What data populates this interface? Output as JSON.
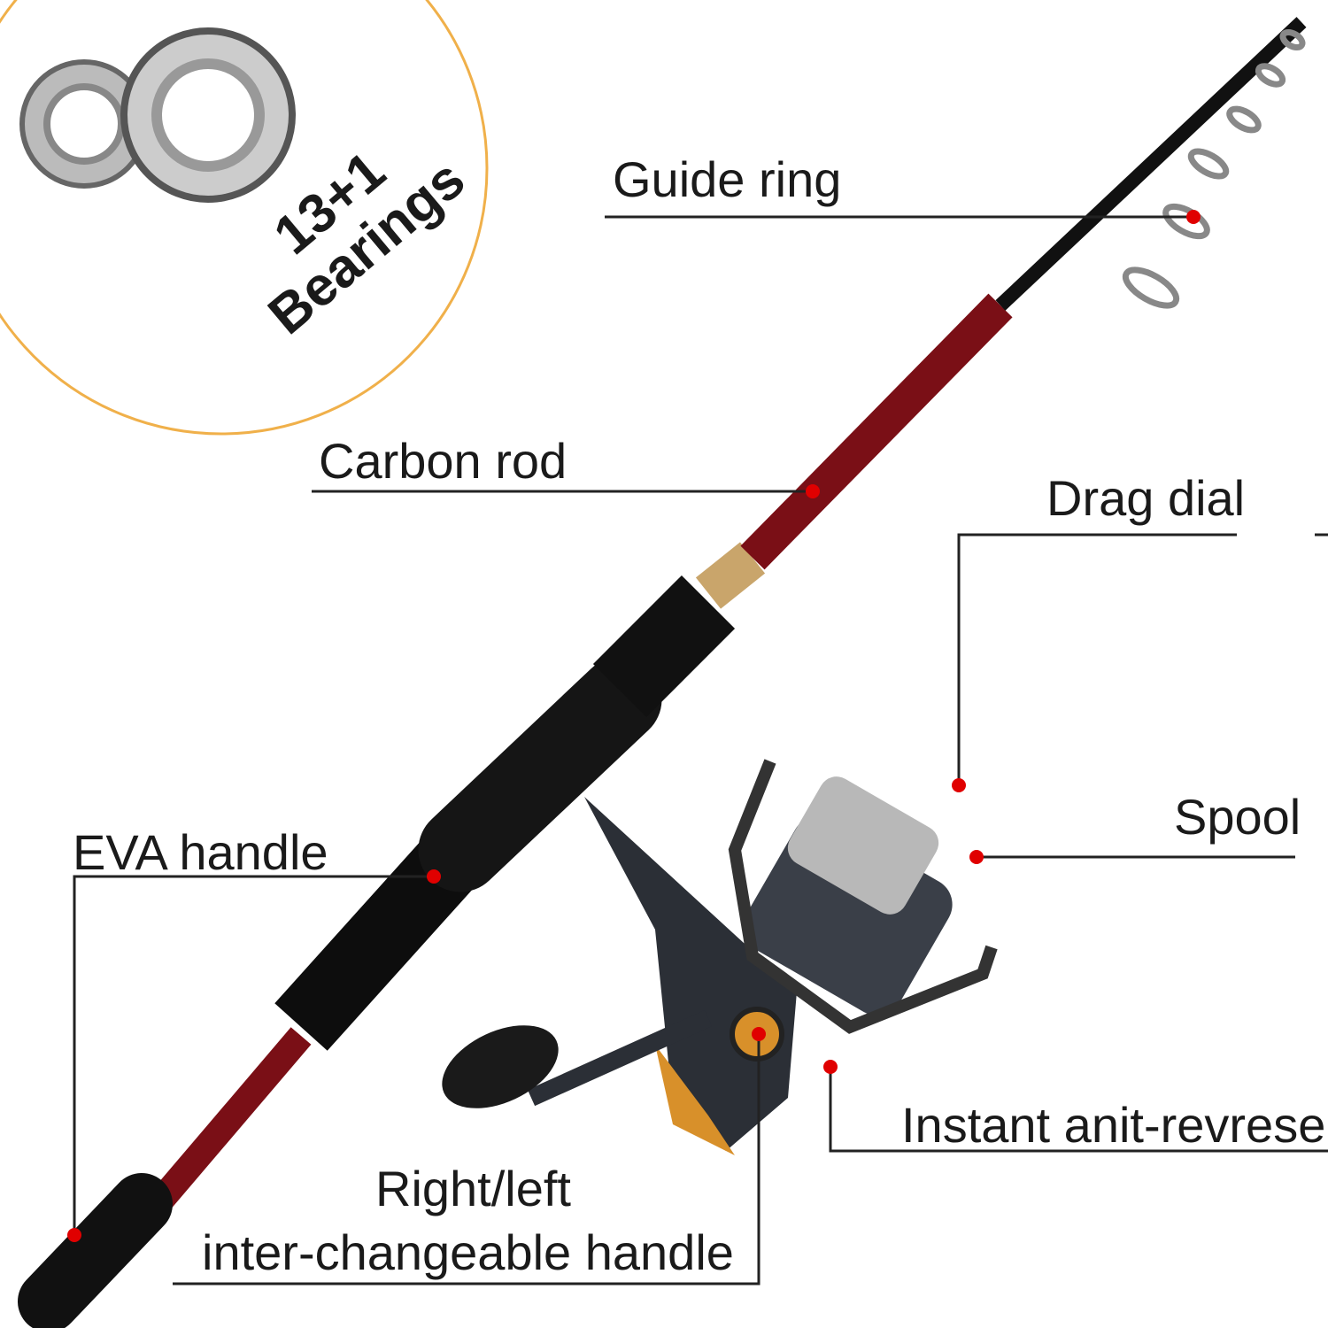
{
  "badge": {
    "line1": "13+1",
    "line2": "Bearings"
  },
  "labels": {
    "guide_ring": "Guide ring",
    "carbon_rod": "Carbon  rod",
    "drag_dial": "Drag dial",
    "spool": "Spool",
    "eva_handle": "EVA handle",
    "anti_reverse": "Instant anit-revrese.",
    "handle_line1": "Right/left",
    "handle_line2": "inter-changeable handle"
  },
  "colors": {
    "accent_ring": "#f0b04a",
    "marker": "#e00000",
    "rod": "#7a0f16",
    "line": "#222222"
  }
}
